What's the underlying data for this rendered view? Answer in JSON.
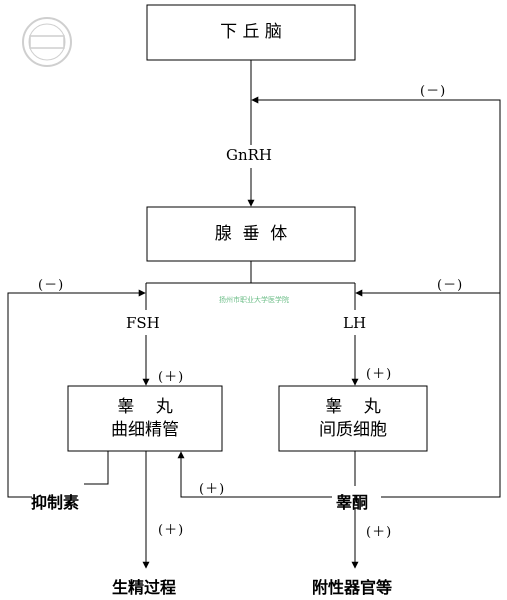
{
  "nodes": {
    "hypothalamus": "下 丘 脑",
    "pituitary": "腺  垂  体",
    "testis_left_line1": "睾    丸",
    "testis_left_line2": "曲细精管",
    "testis_right_line1": "睾    丸",
    "testis_right_line2": "间质细胞",
    "inhibin": "抑制素",
    "testosterone": "睾酮",
    "spermatogenesis": "生精过程",
    "accessory": "附性器官等"
  },
  "edges": {
    "gnrh": "GnRH",
    "fsh": "FSH",
    "lh": "LH",
    "neg_top": "(－)",
    "neg_left": "(－)",
    "neg_right": "(－)",
    "pos_fsh": "(＋)",
    "pos_lh": "(＋)",
    "pos_testo_to_tubule": "(＋)",
    "pos_spermatogenesis": "(＋)",
    "pos_accessory": "(＋)"
  },
  "watermark": "扬州市职业大学医学院"
}
